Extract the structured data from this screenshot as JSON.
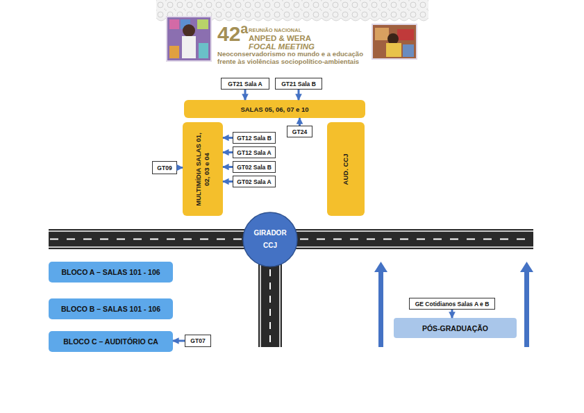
{
  "diagram": {
    "nodes": [
      {
        "text": [
          "GT21 Sala A"
        ]
      },
      {
        "text": [
          "GT21 Sala B"
        ]
      },
      {
        "text": [
          "SALAS 05, 06, 07 e 10"
        ]
      },
      {
        "text": [
          "GT24"
        ]
      },
      {
        "text": [
          "GT12 Sala B"
        ]
      },
      {
        "text": [
          "MULTIMÍDIA SALAS 01, 02, 03 e 04"
        ]
      },
      {
        "text": [
          "AUD. CCJ"
        ]
      },
      {
        "text": [
          "GT12 Sala A"
        ]
      },
      {
        "text": [
          "GT09"
        ]
      },
      {
        "text": [
          "GT02 Sala B"
        ]
      },
      {
        "text": [
          "GT02 Sala A"
        ]
      },
      {
        "text": [
          "GIRADOR CCJ"
        ]
      },
      {
        "text": [
          "BLOCO A – SALAS 101 - 106"
        ]
      },
      {
        "text": [
          "BLOCO B – SALAS 101 - 106"
        ]
      },
      {
        "text": [
          "GE Cotidianos Salas A e B"
        ]
      },
      {
        "text": [
          "PÓS-GRADUAÇÃO"
        ]
      },
      {
        "text": [
          "BLOCO C – AUDITÓRIO CA"
        ]
      },
      {
        "text": [
          "GT07"
        ]
      }
    ],
    "edges": [
      {
        "from": 0,
        "to": 2,
        "arrow": "to"
      },
      {
        "from": 1,
        "to": 2,
        "arrow": "to"
      },
      {
        "from": 3,
        "to": 2,
        "arrow": "to"
      },
      {
        "from": 4,
        "to": 5,
        "arrow": "to"
      },
      {
        "from": 7,
        "to": 5,
        "arrow": "to"
      },
      {
        "from": 8,
        "to": 5,
        "arrow": "to"
      },
      {
        "from": 9,
        "to": 5,
        "arrow": "to"
      },
      {
        "from": 10,
        "to": 5,
        "arrow": "to"
      },
      {
        "from": 17,
        "to": 16,
        "arrow": "to"
      },
      {
        "from": 14,
        "to": 15,
        "arrow": "to"
      }
    ],
    "labels": [
      "42ª",
      "REUNIÃO NACIONAL",
      "ANPED & WERA",
      "FOCAL MEETING",
      "Neoconservadorismo no mundo e a educação frente às violências sociopolítico-ambientais"
    ]
  }
}
